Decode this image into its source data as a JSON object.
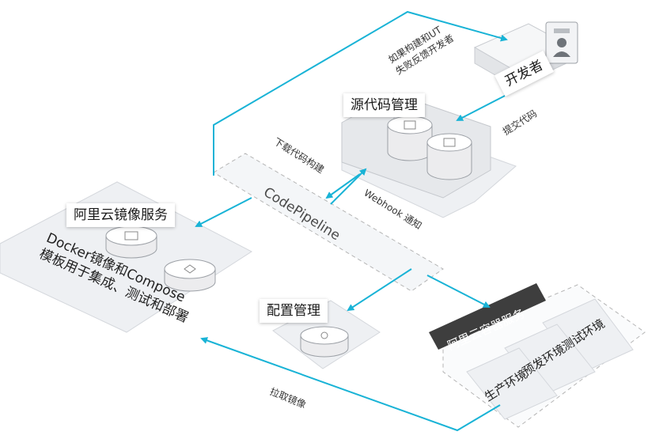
{
  "nodes": {
    "developer": {
      "label": "开发者"
    },
    "source_code": {
      "label": "源代码管理"
    },
    "codepipeline": {
      "label": "CodePipeline"
    },
    "acr": {
      "label": "阿里云镜像服务"
    },
    "config": {
      "label": "配置管理"
    },
    "container_service": {
      "label": "阿里云容器服务"
    }
  },
  "edges": {
    "feedback": {
      "line1": "如果构建和UT",
      "line2": "失败反馈开发者"
    },
    "submit_code": {
      "label": "提交代码"
    },
    "download_build": {
      "label": "下载代码构建"
    },
    "webhook": {
      "label": "Webhook 通知"
    },
    "pull_image": {
      "label": "拉取镜像"
    }
  },
  "acr_description": {
    "line1": "Docker镜像和Compose",
    "line2": "模板用于集成、测试和部署"
  },
  "environments": {
    "test": "测试环境",
    "staging": "预发环境",
    "production": "生产环境"
  },
  "colors": {
    "arrow": "#19b3d6",
    "dashed": "#b5b5b5",
    "platform": "#eef0f3",
    "dark_label": "#3e3e3e"
  }
}
